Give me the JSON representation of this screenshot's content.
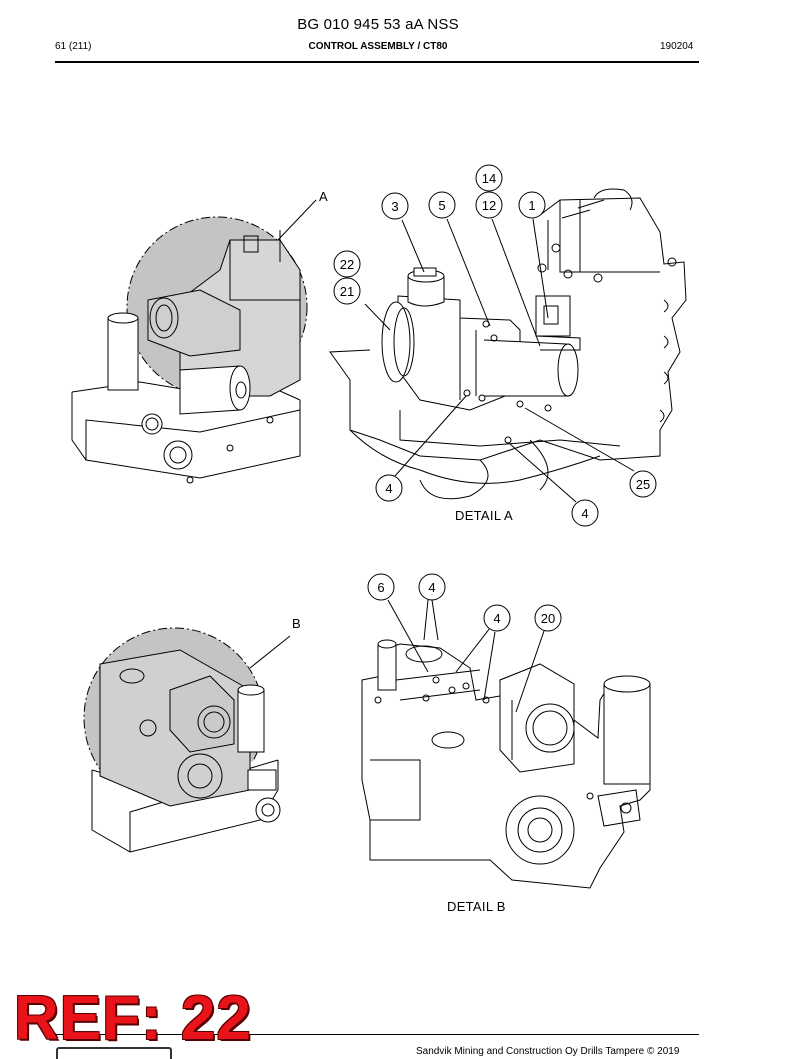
{
  "header": {
    "doc_id": "BG 010 945 53 aA NSS",
    "page": "61 (211)",
    "section": "CONTROL ASSEMBLY / CT80",
    "date": "190204"
  },
  "detail_a": {
    "view_letter": "A",
    "label": "DETAIL  A",
    "callouts": [
      "14",
      "3",
      "5",
      "12",
      "1",
      "22",
      "21",
      "4",
      "25",
      "4"
    ]
  },
  "detail_b": {
    "view_letter": "B",
    "label": "DETAIL  B",
    "callouts": [
      "6",
      "4",
      "4",
      "20"
    ]
  },
  "footer": {
    "copyright": "Sandvik Mining and Construction Oy Drills Tampere © 2019"
  },
  "stamp": {
    "text": "REF: 22"
  }
}
